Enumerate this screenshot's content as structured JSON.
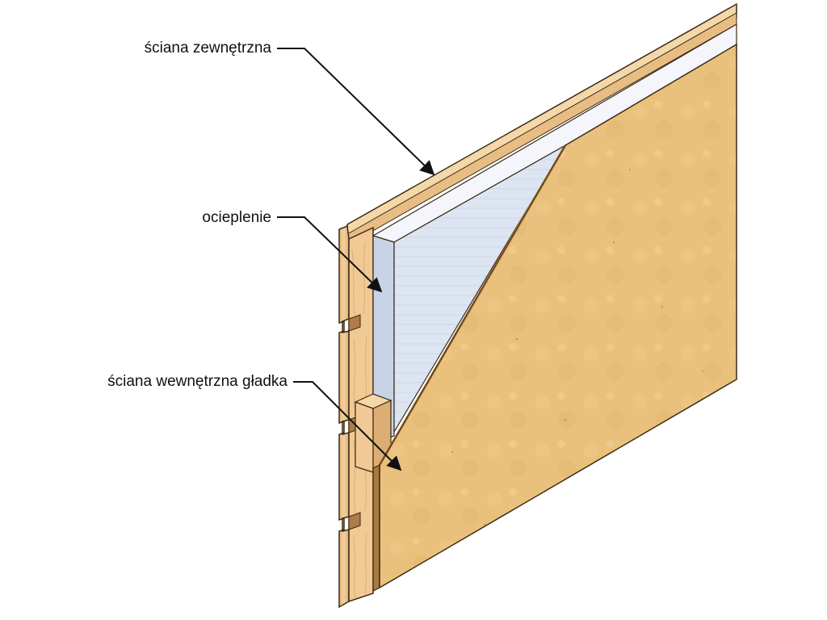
{
  "callouts": [
    {
      "id": "exterior",
      "label": "ściana zewnętrzna"
    },
    {
      "id": "insulation",
      "label": "ocieplenie"
    },
    {
      "id": "interior",
      "label": "ściana wewnętrzna gładka"
    }
  ],
  "colors": {
    "background": "#ffffff",
    "wood_face": "#f0c994",
    "wood_top": "#f5d8a8",
    "wood_edge": "#d9a96c",
    "wood_dark": "#b07c45",
    "insulation_face": "#dde5f2",
    "insulation_edge": "#bfc9dc",
    "board_face": "#e9c07c",
    "board_edge": "#a97a3d",
    "outline": "#3a2a18",
    "leader": "#111111"
  }
}
